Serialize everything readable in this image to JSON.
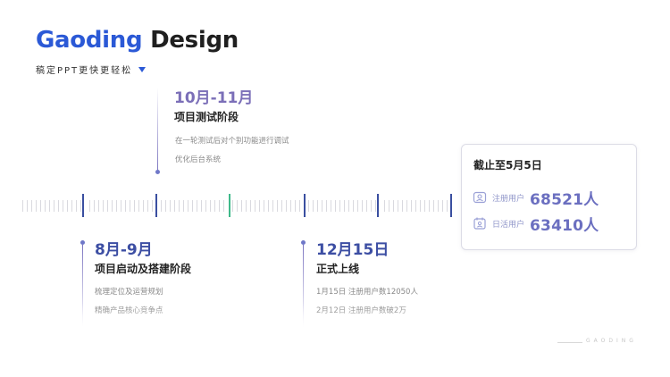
{
  "brand": {
    "word1": "Gaoding",
    "word2": "Design",
    "slogan": "稿定PPT更快更轻松",
    "colors": {
      "accent": "#2b59d6",
      "dark": "#1f1f1f"
    }
  },
  "milestones": [
    {
      "date": "10月-11月",
      "title": "项目测试阶段",
      "notes": [
        "在一轮测试后对个别功能进行调试",
        "优化后台系统"
      ]
    },
    {
      "date": "8月-9月",
      "title": "项目启动及搭建阶段",
      "notes": [
        "梳理定位及运营规划",
        "精确产品核心竞争点"
      ]
    },
    {
      "date": "12月15日",
      "title": "正式上线",
      "notes": [
        "1月15日 注册用户数12050人",
        "2月12日 注册用户数破2万"
      ]
    }
  ],
  "stats": {
    "title": "截止至5月5日",
    "rows": [
      {
        "icon": "user-badge-icon",
        "label": "注册用户",
        "value": "68521人"
      },
      {
        "icon": "calendar-user-icon",
        "label": "日活用户",
        "value": "63410人"
      }
    ]
  },
  "footer": {
    "text": "GAODING"
  },
  "colors": {
    "timeline_major": "#3a4fa0",
    "timeline_minor": "#d9d9df",
    "timeline_green": "#3fb98a",
    "stat_value": "#6b6fc0"
  }
}
